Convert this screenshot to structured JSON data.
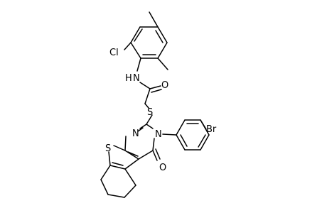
{
  "molecule": {
    "atoms": {
      "cl": "Cl",
      "nh": "N",
      "h": "H",
      "o_amide": "O",
      "s_thioether": "S",
      "br": "Br",
      "n_ring_top": "N",
      "n_ring_sub": "N",
      "s_thiophene": "S",
      "o_ring": "O"
    }
  }
}
